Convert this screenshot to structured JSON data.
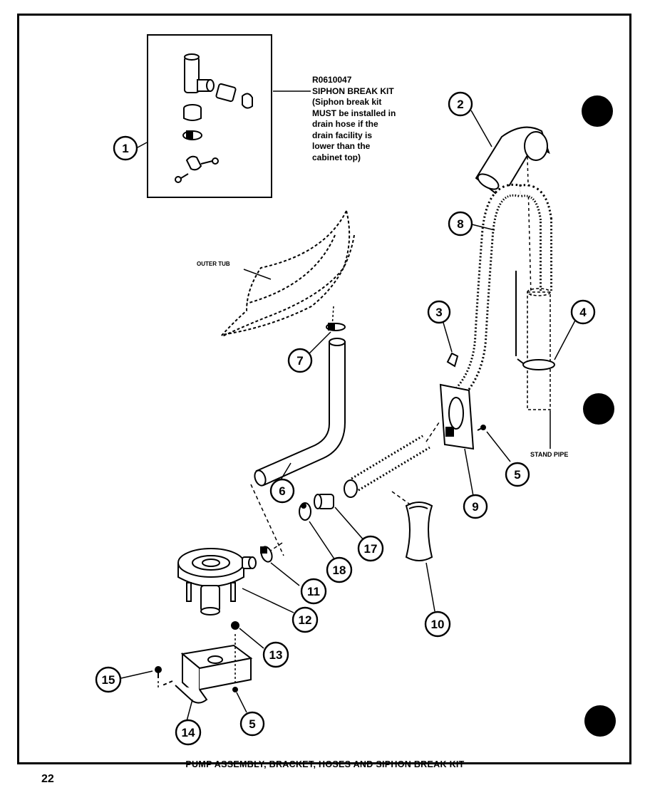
{
  "kit": {
    "part_number": "R0610047",
    "title": "SIPHON BREAK KIT",
    "note_lines": [
      "(Siphon break kit",
      "MUST be installed in",
      "drain hose if the",
      "drain facility is",
      "lower than the",
      "cabinet top)"
    ]
  },
  "labels": {
    "outer_tub": "OUTER TUB",
    "stand_pipe": "STAND PIPE"
  },
  "callouts": [
    "1",
    "2",
    "3",
    "4",
    "5",
    "5",
    "6",
    "7",
    "8",
    "9",
    "10",
    "11",
    "12",
    "13",
    "14",
    "15",
    "17",
    "18"
  ],
  "caption": "PUMP ASSEMBLY, BRACKET, HOSES AND SIPHON BREAK KIT",
  "page_number": "22"
}
